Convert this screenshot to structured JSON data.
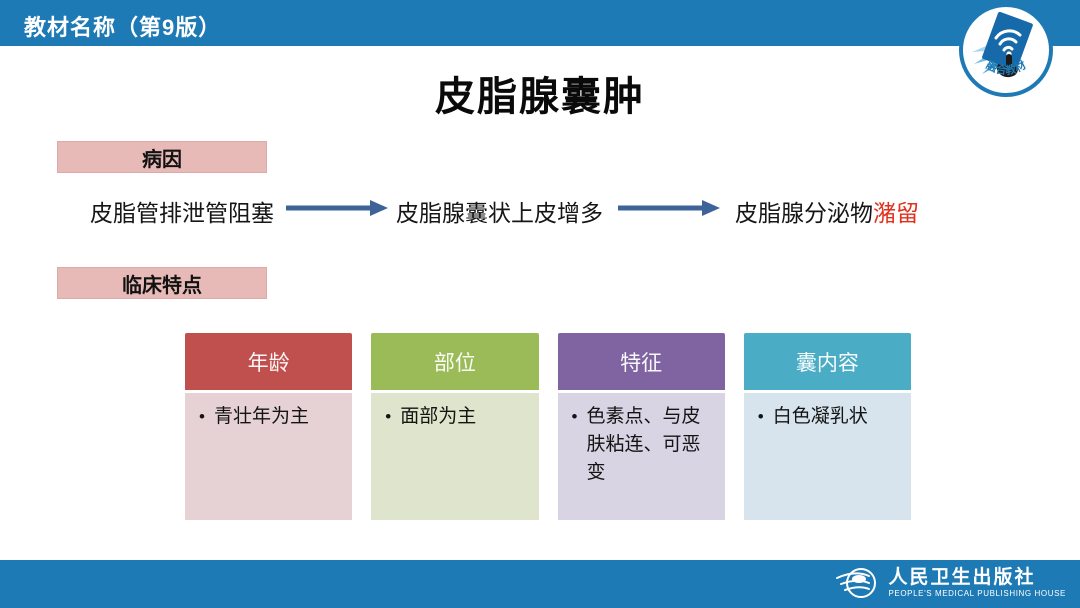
{
  "header": {
    "bar_label": "教材名称（第9版）",
    "corner_logo_text": "融合教材"
  },
  "title": "皮脂腺囊肿",
  "etiology": {
    "label": "病因",
    "flow_step_1": "皮脂管排泄管阻塞",
    "flow_step_2": "皮脂腺囊状上皮增多",
    "flow_step_3_black": "皮脂腺分泌物",
    "flow_step_3_red": "潴留"
  },
  "clinical": {
    "label": "临床特点",
    "columns": [
      {
        "header": "年龄",
        "body": "青壮年为主",
        "header_color": "#c0504d",
        "body_color": "#e6d2d4"
      },
      {
        "header": "部位",
        "body": "面部为主",
        "header_color": "#9bbb59",
        "body_color": "#dfe5cc"
      },
      {
        "header": "特征",
        "body": "色素点、与皮肤粘连、可恶变",
        "header_color": "#8064a2",
        "body_color": "#d9d4e3"
      },
      {
        "header": "囊内容",
        "body": "白色凝乳状",
        "header_color": "#4bacc6",
        "body_color": "#d7e4ed"
      }
    ]
  },
  "footer": {
    "publisher_cn": "人民卫生出版社",
    "publisher_en": "PEOPLE'S MEDICAL PUBLISHING HOUSE"
  },
  "colors": {
    "bar_blue": "#1e7ab5",
    "arrow_blue": "#3d6399",
    "label_pink": "#e7bab8",
    "red_text": "#e0301e"
  }
}
